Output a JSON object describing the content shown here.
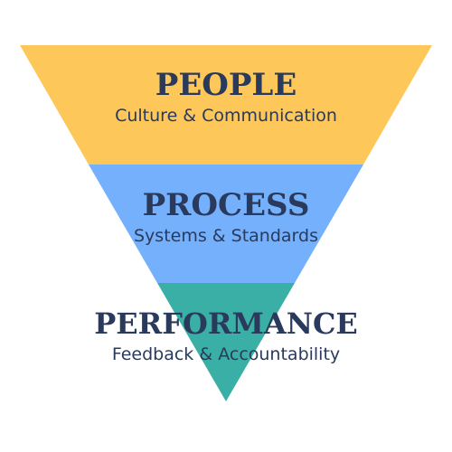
{
  "layers": [
    {
      "title": "PEOPLE",
      "subtitle": "Culture & Communication",
      "color": "#fdc75a"
    },
    {
      "title": "PROCESS",
      "subtitle": "Systems & Standards",
      "color": "#74b0fc"
    },
    {
      "title": "PERFORMANCE",
      "subtitle": "Feedback & Accountability",
      "color": "#3aafa6"
    }
  ],
  "text_color": "#2a3a5c"
}
